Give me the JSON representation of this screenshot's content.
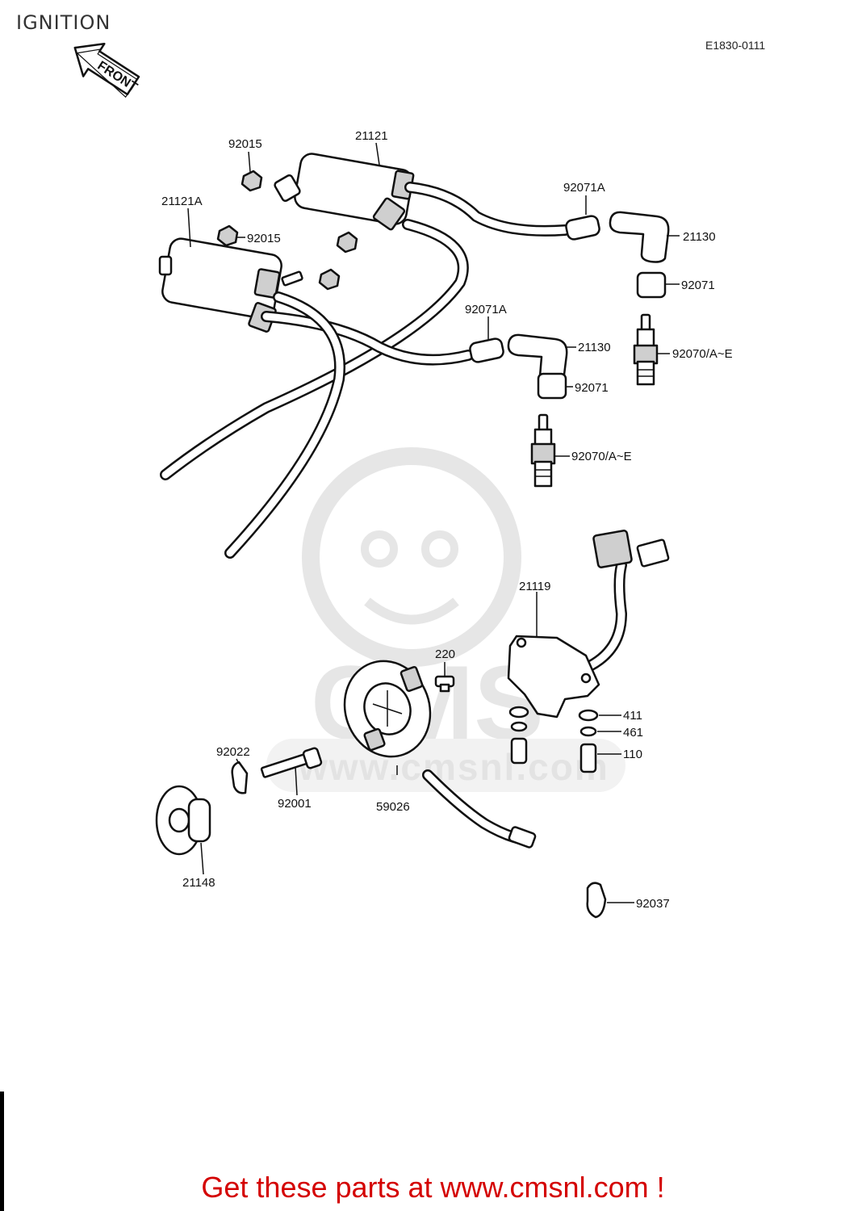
{
  "header": {
    "title": "IGNITION",
    "diagram_code": "E1830-0111",
    "front_arrow_label": "FRONT"
  },
  "watermark": {
    "logo_text": "CMS",
    "url_text": "www.cmsnl.com"
  },
  "parts": [
    {
      "id": "p-92015-a",
      "number": "92015"
    },
    {
      "id": "p-21121",
      "number": "21121"
    },
    {
      "id": "p-21121a",
      "number": "21121A"
    },
    {
      "id": "p-92015-b",
      "number": "92015"
    },
    {
      "id": "p-92071a-a",
      "number": "92071A"
    },
    {
      "id": "p-21130-a",
      "number": "21130"
    },
    {
      "id": "p-92071-a",
      "number": "92071"
    },
    {
      "id": "p-92071a-b",
      "number": "92071A"
    },
    {
      "id": "p-21130-b",
      "number": "21130"
    },
    {
      "id": "p-92070-a",
      "number": "92070/A~E"
    },
    {
      "id": "p-92071-b",
      "number": "92071"
    },
    {
      "id": "p-92070-b",
      "number": "92070/A~E"
    },
    {
      "id": "p-21119",
      "number": "21119"
    },
    {
      "id": "p-220",
      "number": "220"
    },
    {
      "id": "p-411",
      "number": "411"
    },
    {
      "id": "p-461",
      "number": "461"
    },
    {
      "id": "p-110",
      "number": "110"
    },
    {
      "id": "p-92022",
      "number": "92022"
    },
    {
      "id": "p-92001",
      "number": "92001"
    },
    {
      "id": "p-59026",
      "number": "59026"
    },
    {
      "id": "p-21148",
      "number": "21148"
    },
    {
      "id": "p-92037",
      "number": "92037"
    }
  ],
  "footer": {
    "link_text": "Get these parts at www.cmsnl.com !"
  }
}
